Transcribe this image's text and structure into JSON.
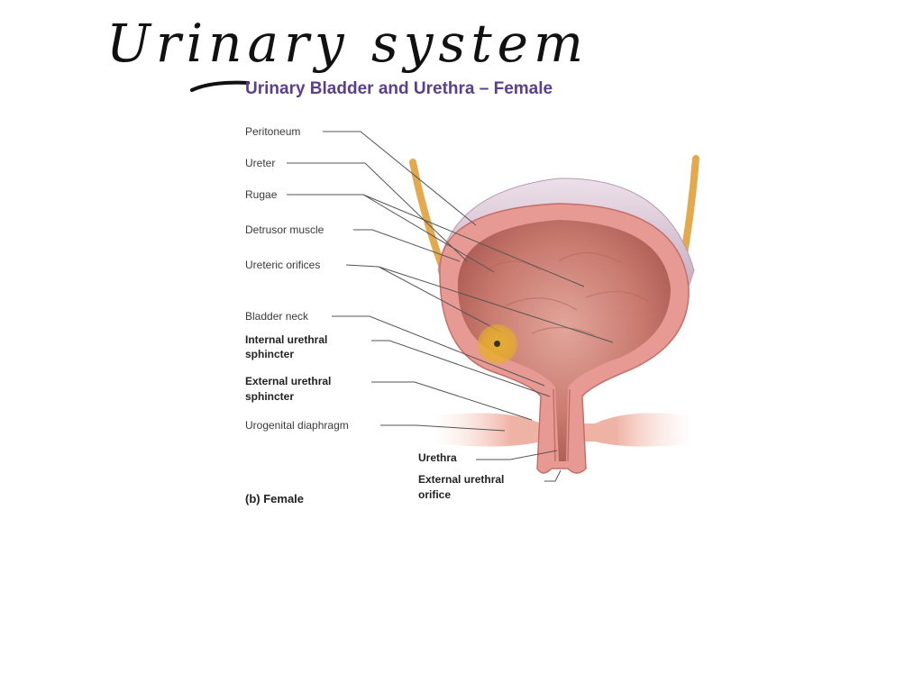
{
  "handwritten_title": "Urinary system",
  "figure": {
    "title": "Urinary Bladder and Urethra – Female",
    "panel_label": "(b) Female"
  },
  "labels": {
    "peritoneum": "Peritoneum",
    "ureter": "Ureter",
    "rugae": "Rugae",
    "detrusor": "Detrusor muscle",
    "ureteric_orifices": "Ureteric orifices",
    "bladder_neck": "Bladder neck",
    "internal_sphincter_1": "Internal urethral",
    "internal_sphincter_2": "sphincter",
    "external_sphincter_1": "External urethral",
    "external_sphincter_2": "sphincter",
    "urogenital_diaphragm": "Urogenital diaphragm",
    "urethra": "Urethra",
    "external_orifice_1": "External urethral",
    "external_orifice_2": "orifice"
  },
  "colors": {
    "title": "#5b3f8f",
    "outer_wall": "#d8c4d4",
    "muscle": "#e79a93",
    "lumen": "#c97a6f",
    "ureter_tube": "#e3a94c",
    "cursor_highlight": "#e8b428"
  }
}
